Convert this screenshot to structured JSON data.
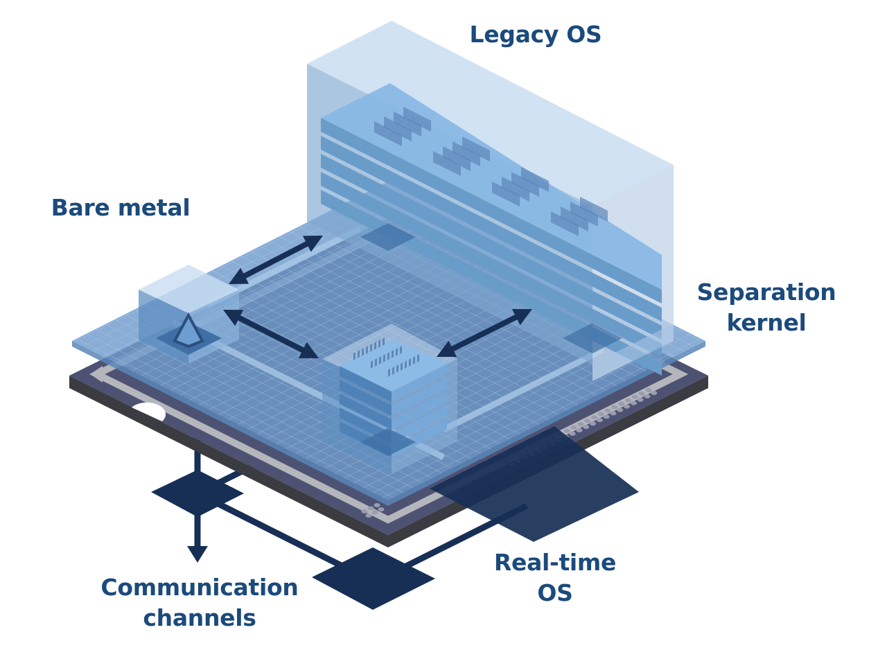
{
  "title": "Separation kernel architecture diagram",
  "labels": {
    "legacy_os": "Legacy OS",
    "bare_metal": "Bare metal",
    "separation_kernel": "Separation\nkernel",
    "real_time_os": "Real-time\nOS",
    "communication_channels": "Communication\nchannels"
  },
  "components": [
    {
      "id": "legacy-os",
      "name": "Legacy OS",
      "description": "Large partition block with stacked layers"
    },
    {
      "id": "bare-metal",
      "name": "Bare metal",
      "description": "Small partition cube with pyramid"
    },
    {
      "id": "real-time-os",
      "name": "Real-time OS",
      "description": "Medium partition cube with stacked layers"
    },
    {
      "id": "separation-kernel",
      "name": "Separation kernel",
      "description": "Translucent grid layer over the processor"
    },
    {
      "id": "communication-channels",
      "name": "Communication channels",
      "description": "Dark connector pads and lines below the chip"
    }
  ],
  "connections": [
    {
      "from": "bare-metal",
      "to": "legacy-os",
      "type": "bidirectional"
    },
    {
      "from": "bare-metal",
      "to": "real-time-os",
      "type": "bidirectional"
    },
    {
      "from": "real-time-os",
      "to": "legacy-os",
      "type": "bidirectional"
    }
  ],
  "colors": {
    "label_text": "#1b4a7c",
    "navy": "#172f55",
    "chip_body": "#4d5272",
    "chip_side": "#3b3b42",
    "chip_rim": "#b4b6bc",
    "kernel_plane": "#6f9bcc",
    "kernel_grid": "#a9c6e6",
    "partition_light": "#c9ddf1",
    "partition_mid": "#8db8e2",
    "layer_face": "#6a9cca",
    "layer_top": "#86b7e4"
  }
}
